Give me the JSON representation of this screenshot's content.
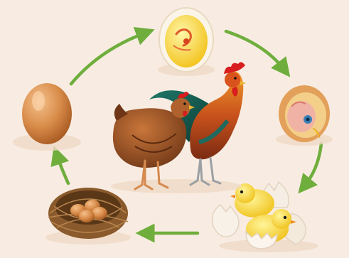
{
  "diagram": {
    "type": "cycle",
    "stages": [
      {
        "id": "egg",
        "icon": "egg-icon"
      },
      {
        "id": "embryo-early",
        "icon": "early-embryo-egg-icon"
      },
      {
        "id": "embryo-late",
        "icon": "developed-embryo-egg-icon"
      },
      {
        "id": "hatching-chicks",
        "icon": "hatching-chicks-icon"
      },
      {
        "id": "nest-with-eggs",
        "icon": "nest-with-eggs-icon"
      }
    ],
    "center": {
      "icon": "hen-and-rooster-icon"
    },
    "arrow_color": "#6fae3c",
    "background_color": "#f8ece2"
  }
}
